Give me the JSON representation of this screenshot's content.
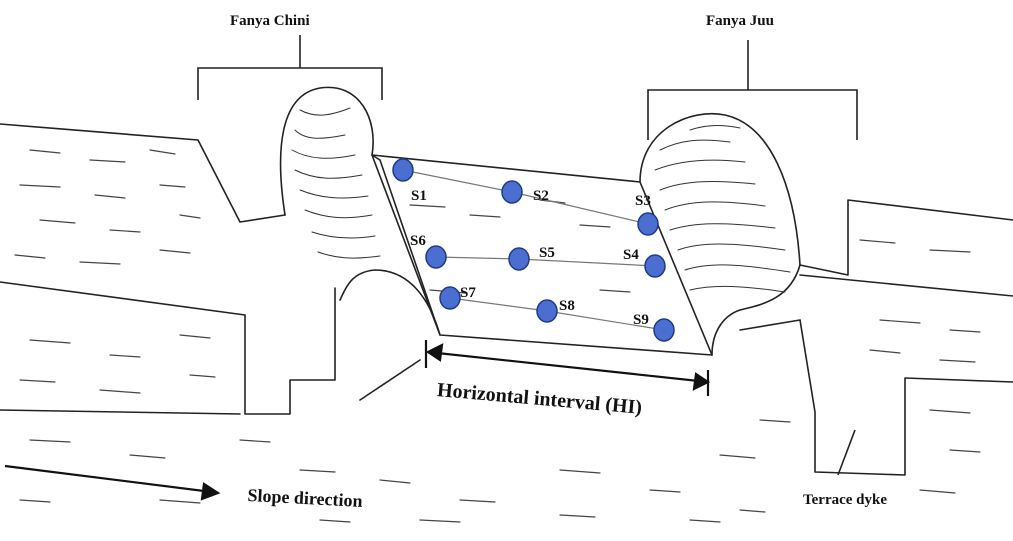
{
  "labels": {
    "fanya_chini": "Fanya Chini",
    "fanya_juu": "Fanya Juu",
    "horizontal_interval": "Horizontal  interval  (HI)",
    "slope_direction": "Slope direction",
    "terrace_dyke": "Terrace dyke"
  },
  "sample_points": [
    {
      "id": "S1"
    },
    {
      "id": "S2"
    },
    {
      "id": "S3"
    },
    {
      "id": "S6"
    },
    {
      "id": "S5"
    },
    {
      "id": "S4"
    },
    {
      "id": "S7"
    },
    {
      "id": "S8"
    },
    {
      "id": "S9"
    }
  ],
  "colors": {
    "point_fill": "#4a6fd0",
    "point_stroke": "#1e3a8a",
    "ink": "#111111"
  }
}
